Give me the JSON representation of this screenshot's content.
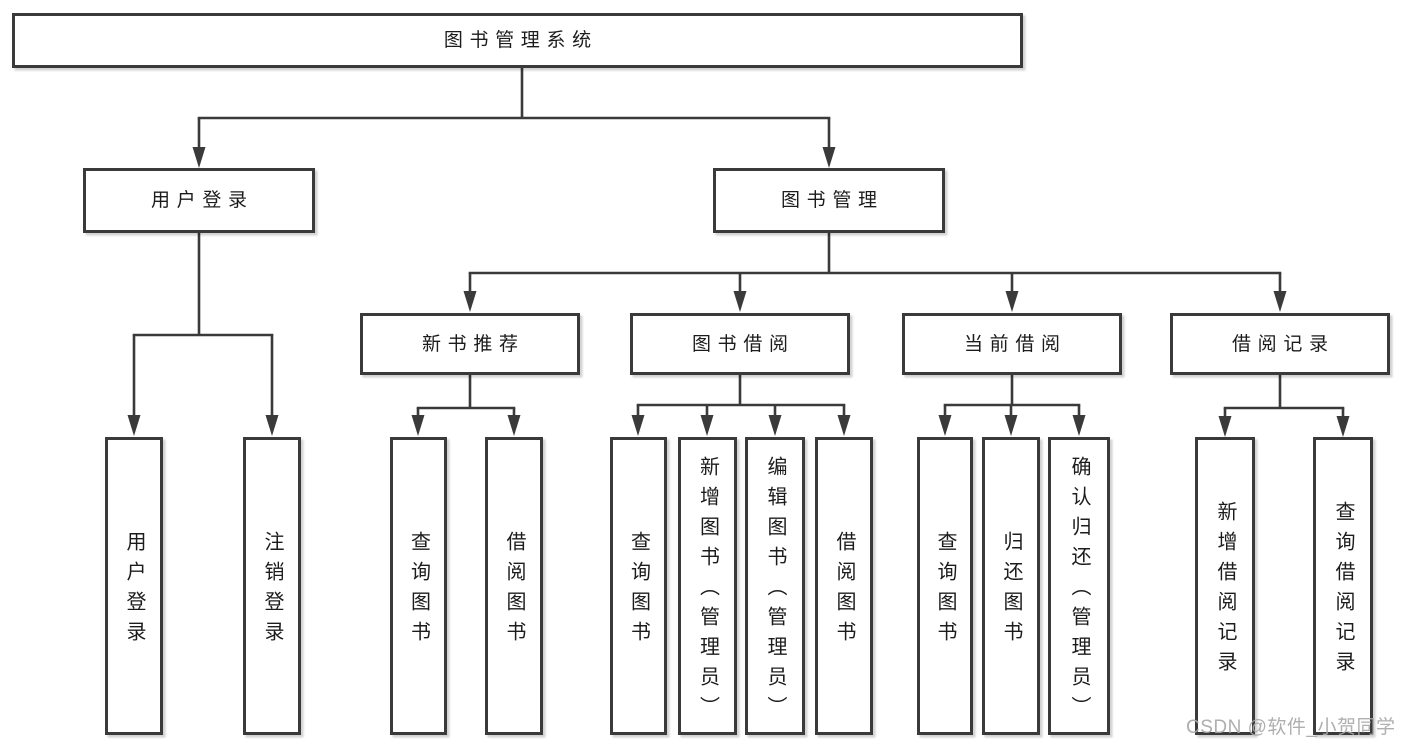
{
  "tree": {
    "label": "图书管理系统",
    "children": [
      {
        "label": "用户登录",
        "children": [
          {
            "label": "用户登录"
          },
          {
            "label": "注销登录"
          }
        ]
      },
      {
        "label": "图书管理",
        "children": [
          {
            "label": "新书推荐",
            "children": [
              {
                "label": "查询图书"
              },
              {
                "label": "借阅图书"
              }
            ]
          },
          {
            "label": "图书借阅",
            "children": [
              {
                "label": "查询图书"
              },
              {
                "label": "新增图书（管理员）"
              },
              {
                "label": "编辑图书（管理员）"
              },
              {
                "label": "借阅图书"
              }
            ]
          },
          {
            "label": "当前借阅",
            "children": [
              {
                "label": "查询图书"
              },
              {
                "label": "归还图书"
              },
              {
                "label": "确认归还（管理员）"
              }
            ]
          },
          {
            "label": "借阅记录",
            "children": [
              {
                "label": "新增借阅记录"
              },
              {
                "label": "查询借阅记录"
              }
            ]
          }
        ]
      }
    ]
  },
  "watermark": {
    "text": "CSDN @软件_小贺同学"
  },
  "colors": {
    "line": "#3a3a3a",
    "text": "#1c1c1c",
    "box_background": "#ffffff",
    "watermark": "#a8a8a8",
    "background": "#ffffff"
  }
}
